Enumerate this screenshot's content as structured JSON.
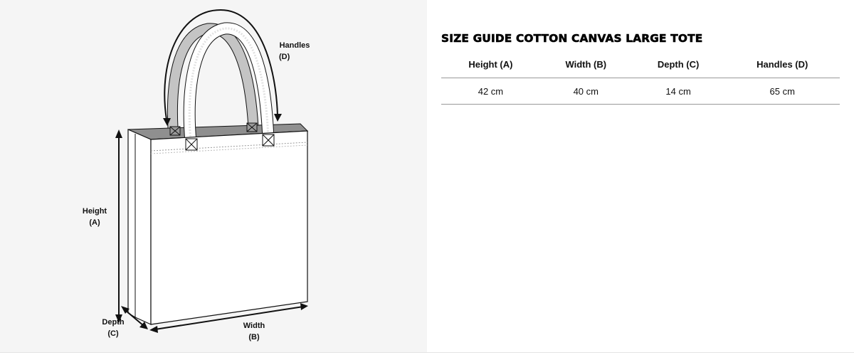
{
  "title": "SIZE GUIDE COTTON CANVAS LARGE TOTE",
  "diagram": {
    "labels": {
      "handles": {
        "name": "Handles",
        "code": "(D)"
      },
      "height": {
        "name": "Height",
        "code": "(A)"
      },
      "depth": {
        "name": "Depth",
        "code": "(C)"
      },
      "width": {
        "name": "Width",
        "code": "(B)"
      }
    }
  },
  "table": {
    "headers": [
      "Height (A)",
      "Width (B)",
      "Depth (C)",
      "Handles (D)"
    ],
    "rows": [
      [
        "42 cm",
        "40 cm",
        "14 cm",
        "65 cm"
      ]
    ]
  },
  "colors": {
    "panel_background": "#f5f5f5",
    "handle_inner": "#bdbdbd",
    "line": "#111111",
    "table_border": "#999999"
  }
}
